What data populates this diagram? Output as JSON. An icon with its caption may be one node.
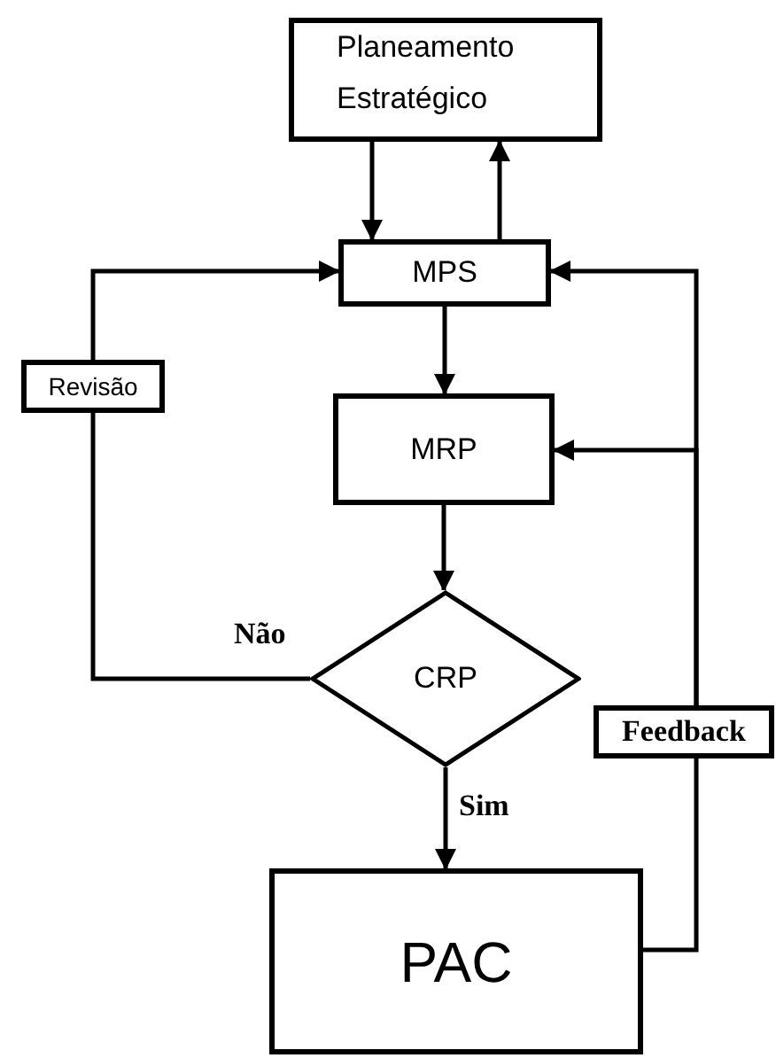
{
  "diagram": {
    "nodes": [
      {
        "text": [
          "Planeamento Estratégico"
        ]
      },
      {
        "text": [
          "MPS"
        ]
      },
      {
        "text": [
          "Revisão"
        ]
      },
      {
        "text": [
          "MRP"
        ]
      },
      {
        "text": [
          "CRP"
        ]
      },
      {
        "text": [
          "Feedback"
        ]
      },
      {
        "text": [
          "PAC"
        ]
      }
    ],
    "edges": [
      {
        "from": 0,
        "to": 1,
        "arrow": "to"
      },
      {
        "from": 1,
        "to": 0,
        "arrow": "to"
      },
      {
        "from": 1,
        "to": 3,
        "arrow": "to"
      },
      {
        "from": 3,
        "to": 4,
        "arrow": "to"
      },
      {
        "from": 4,
        "to": 6,
        "arrow": "to",
        "label": "Sim"
      },
      {
        "from": 4,
        "to": 2,
        "arrow": "none",
        "label": "Não"
      },
      {
        "from": 2,
        "to": 1,
        "arrow": "to"
      },
      {
        "from": 6,
        "to": 5,
        "arrow": "none"
      },
      {
        "from": 5,
        "to": 1,
        "arrow": "to"
      },
      {
        "from": 5,
        "to": 3,
        "arrow": "to"
      }
    ]
  }
}
